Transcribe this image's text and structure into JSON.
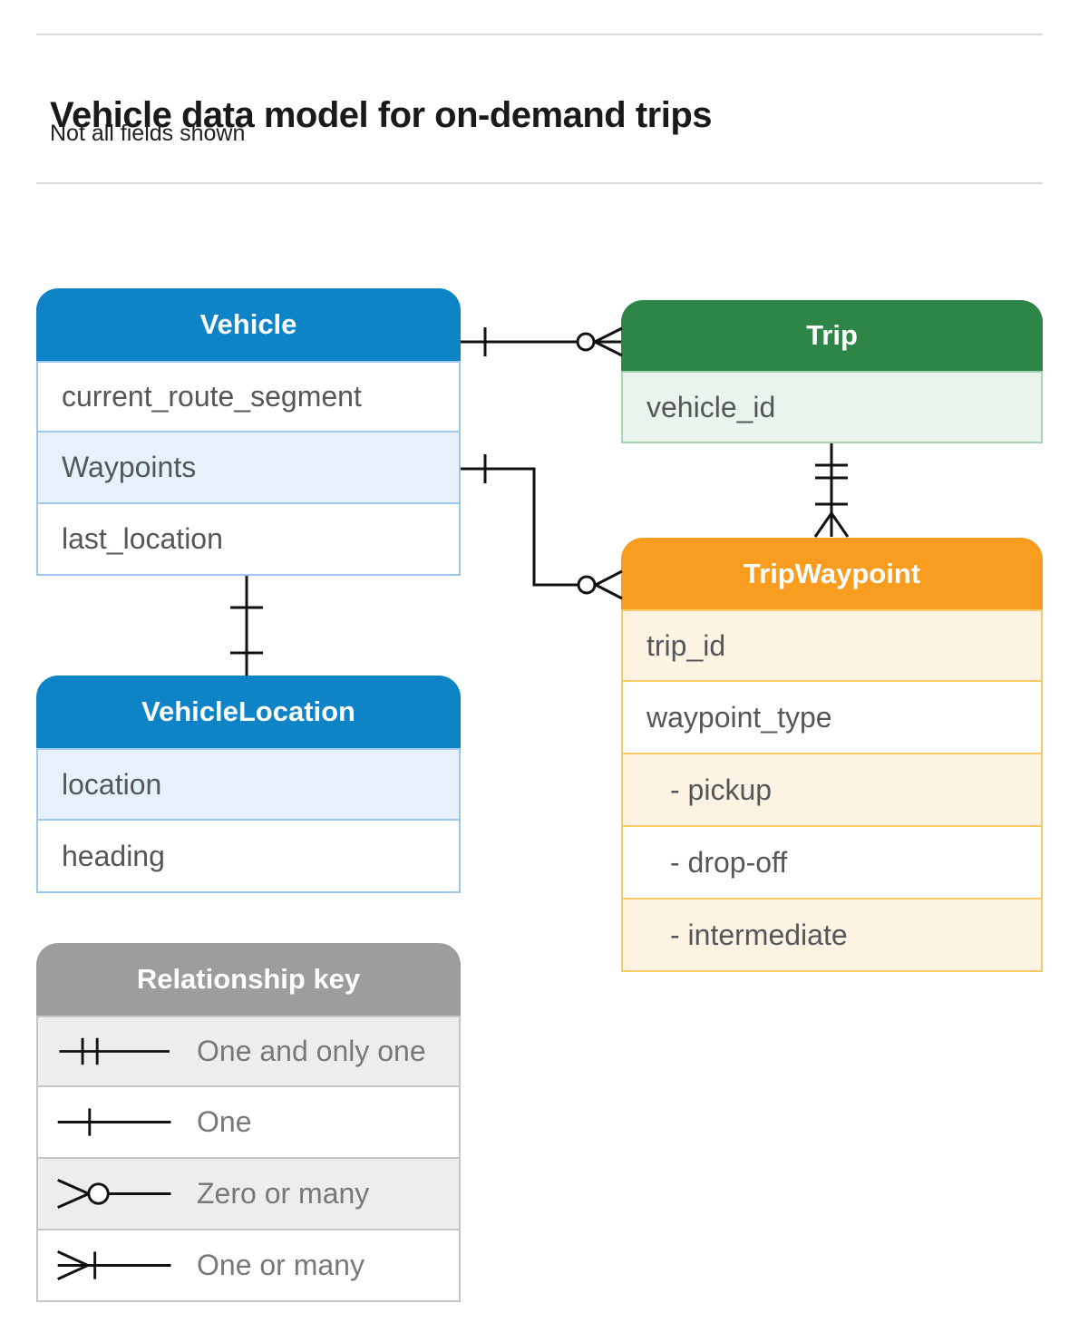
{
  "page": {
    "title": "Vehicle data model for on-demand trips",
    "subtitle": "Not all fields shown"
  },
  "tables": {
    "vehicle": {
      "title": "Vehicle",
      "fields": [
        "current_route_segment",
        "Waypoints",
        "last_location"
      ]
    },
    "trip": {
      "title": "Trip",
      "fields": [
        "vehicle_id"
      ]
    },
    "trip_waypoint": {
      "title": "TripWaypoint",
      "fields": [
        "trip_id",
        "waypoint_type",
        "- pickup",
        "- drop-off",
        "- intermediate"
      ]
    },
    "vehicle_location": {
      "title": "VehicleLocation",
      "fields": [
        "location",
        "heading"
      ]
    }
  },
  "relationship_key": {
    "title": "Relationship key",
    "items": [
      {
        "symbol": "one-and-only-one",
        "label": "One and only one"
      },
      {
        "symbol": "one",
        "label": "One"
      },
      {
        "symbol": "zero-or-many",
        "label": "Zero or many"
      },
      {
        "symbol": "one-or-many",
        "label": "One or many"
      }
    ]
  },
  "relationships": [
    {
      "from": "Vehicle",
      "to": "Trip",
      "from_cardinality": "one",
      "to_cardinality": "zero-or-many"
    },
    {
      "from": "Vehicle.Waypoints",
      "to": "TripWaypoint",
      "from_cardinality": "one",
      "to_cardinality": "zero-or-many"
    },
    {
      "from": "Trip",
      "to": "TripWaypoint",
      "from_cardinality": "one-and-only-one",
      "to_cardinality": "one-or-many"
    },
    {
      "from": "Vehicle",
      "to": "VehicleLocation",
      "from_cardinality": "one",
      "to_cardinality": "one"
    }
  ],
  "colors": {
    "blue_header": "#0E84C7",
    "blue_row": "#E7F1FC",
    "blue_border": "#9CC8EF",
    "green_header": "#2E8548",
    "green_row": "#EAF3EC",
    "green_border": "#A9D4B2",
    "orange_header": "#F89D20",
    "orange_row": "#FDF3E3",
    "orange_border": "#F8C968",
    "gray_header": "#9D9D9D",
    "gray_row": "#EDEDED",
    "gray_border": "#C6C6C6",
    "row_text": "#54575A",
    "key_text": "#787878",
    "connector": "#111111",
    "divider": "#DADADA"
  }
}
